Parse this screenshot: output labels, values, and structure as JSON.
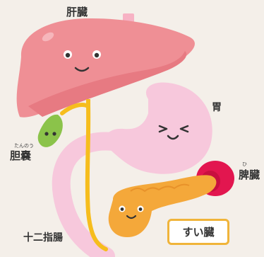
{
  "labels": {
    "liver": "肝臓",
    "stomach": "胃",
    "gallbladder": "胆嚢",
    "gallbladder_ruby": "たんのう",
    "spleen": "脾臓",
    "spleen_ruby": "ひ",
    "duodenum": "十二指腸",
    "pancreas": "すい臓"
  },
  "colors": {
    "background": "#f4efe9",
    "liver": "#ef8f95",
    "stomach": "#f7c8dc",
    "gallbladder": "#8bc34a",
    "spleen": "#e2164f",
    "pancreas": "#f4a83a",
    "duct": "#f6bd1d",
    "label_border": "#f0b43a"
  }
}
